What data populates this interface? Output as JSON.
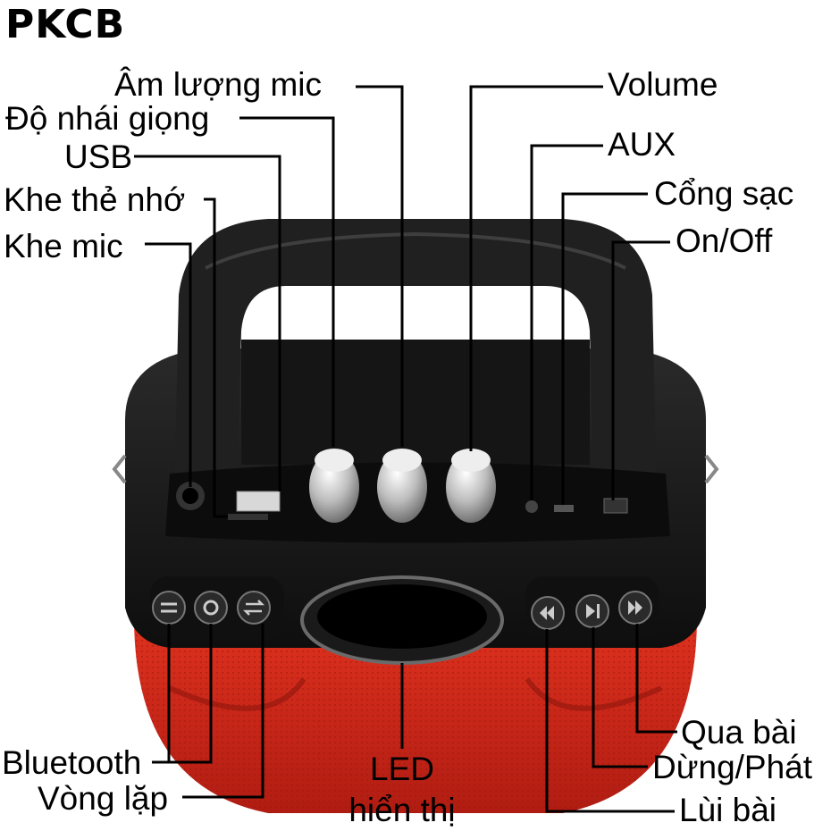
{
  "brand": "PKCB",
  "labels": {
    "mic_volume": "Âm lượng mic",
    "voice_effect": "Độ nhái giọng",
    "usb": "USB",
    "memory_card": "Khe thẻ nhớ",
    "mic_slot": "Khe mic",
    "volume": "Volume",
    "aux": "AUX",
    "charge_port": "Cổng sạc",
    "power": "On/Off",
    "bluetooth": "Bluetooth",
    "repeat": "Vòng lặp",
    "led_line1": "LED",
    "led_line2": "hiển thị",
    "next_track": "Qua bài",
    "play_pause": "Dừng/Phát",
    "prev_track": "Lùi bài"
  },
  "colors": {
    "body_black": "#1b1b1b",
    "speaker_red": "#d8281c",
    "knob_silver": "#c9c9c9"
  }
}
